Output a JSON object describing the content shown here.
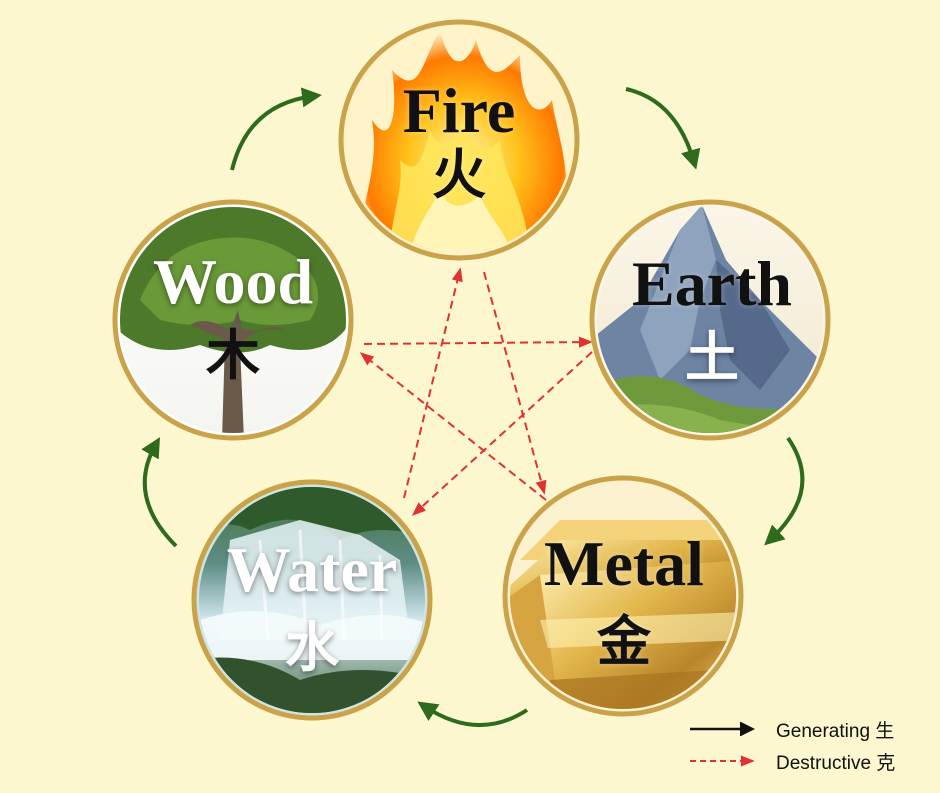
{
  "colors": {
    "background": "#fdf7cf",
    "ring": "#c9a24a",
    "generating_arrow": "#2e6b1c",
    "destructive_arrow": "#e0322e"
  },
  "elements": [
    {
      "id": "fire",
      "name": "Fire",
      "cjk": "火",
      "icon": "flame-icon",
      "text_style": "dark"
    },
    {
      "id": "earth",
      "name": "Earth",
      "cjk": "土",
      "icon": "mountain-icon",
      "text_style": "dark",
      "cjk_style": "light"
    },
    {
      "id": "metal",
      "name": "Metal",
      "cjk": "金",
      "icon": "gold-bar-icon",
      "text_style": "dark"
    },
    {
      "id": "water",
      "name": "Water",
      "cjk": "水",
      "icon": "waterfall-icon",
      "text_style": "light"
    },
    {
      "id": "wood",
      "name": "Wood",
      "cjk": "木",
      "icon": "tree-icon",
      "text_style": "light",
      "cjk_style": "dark"
    }
  ],
  "generating_cycle": [
    "fire",
    "earth",
    "metal",
    "water",
    "wood"
  ],
  "destructive_cycle": [
    "fire",
    "metal",
    "wood",
    "earth",
    "water"
  ],
  "legend": {
    "generating": "Generating 生",
    "destructive": "Destructive 克"
  }
}
